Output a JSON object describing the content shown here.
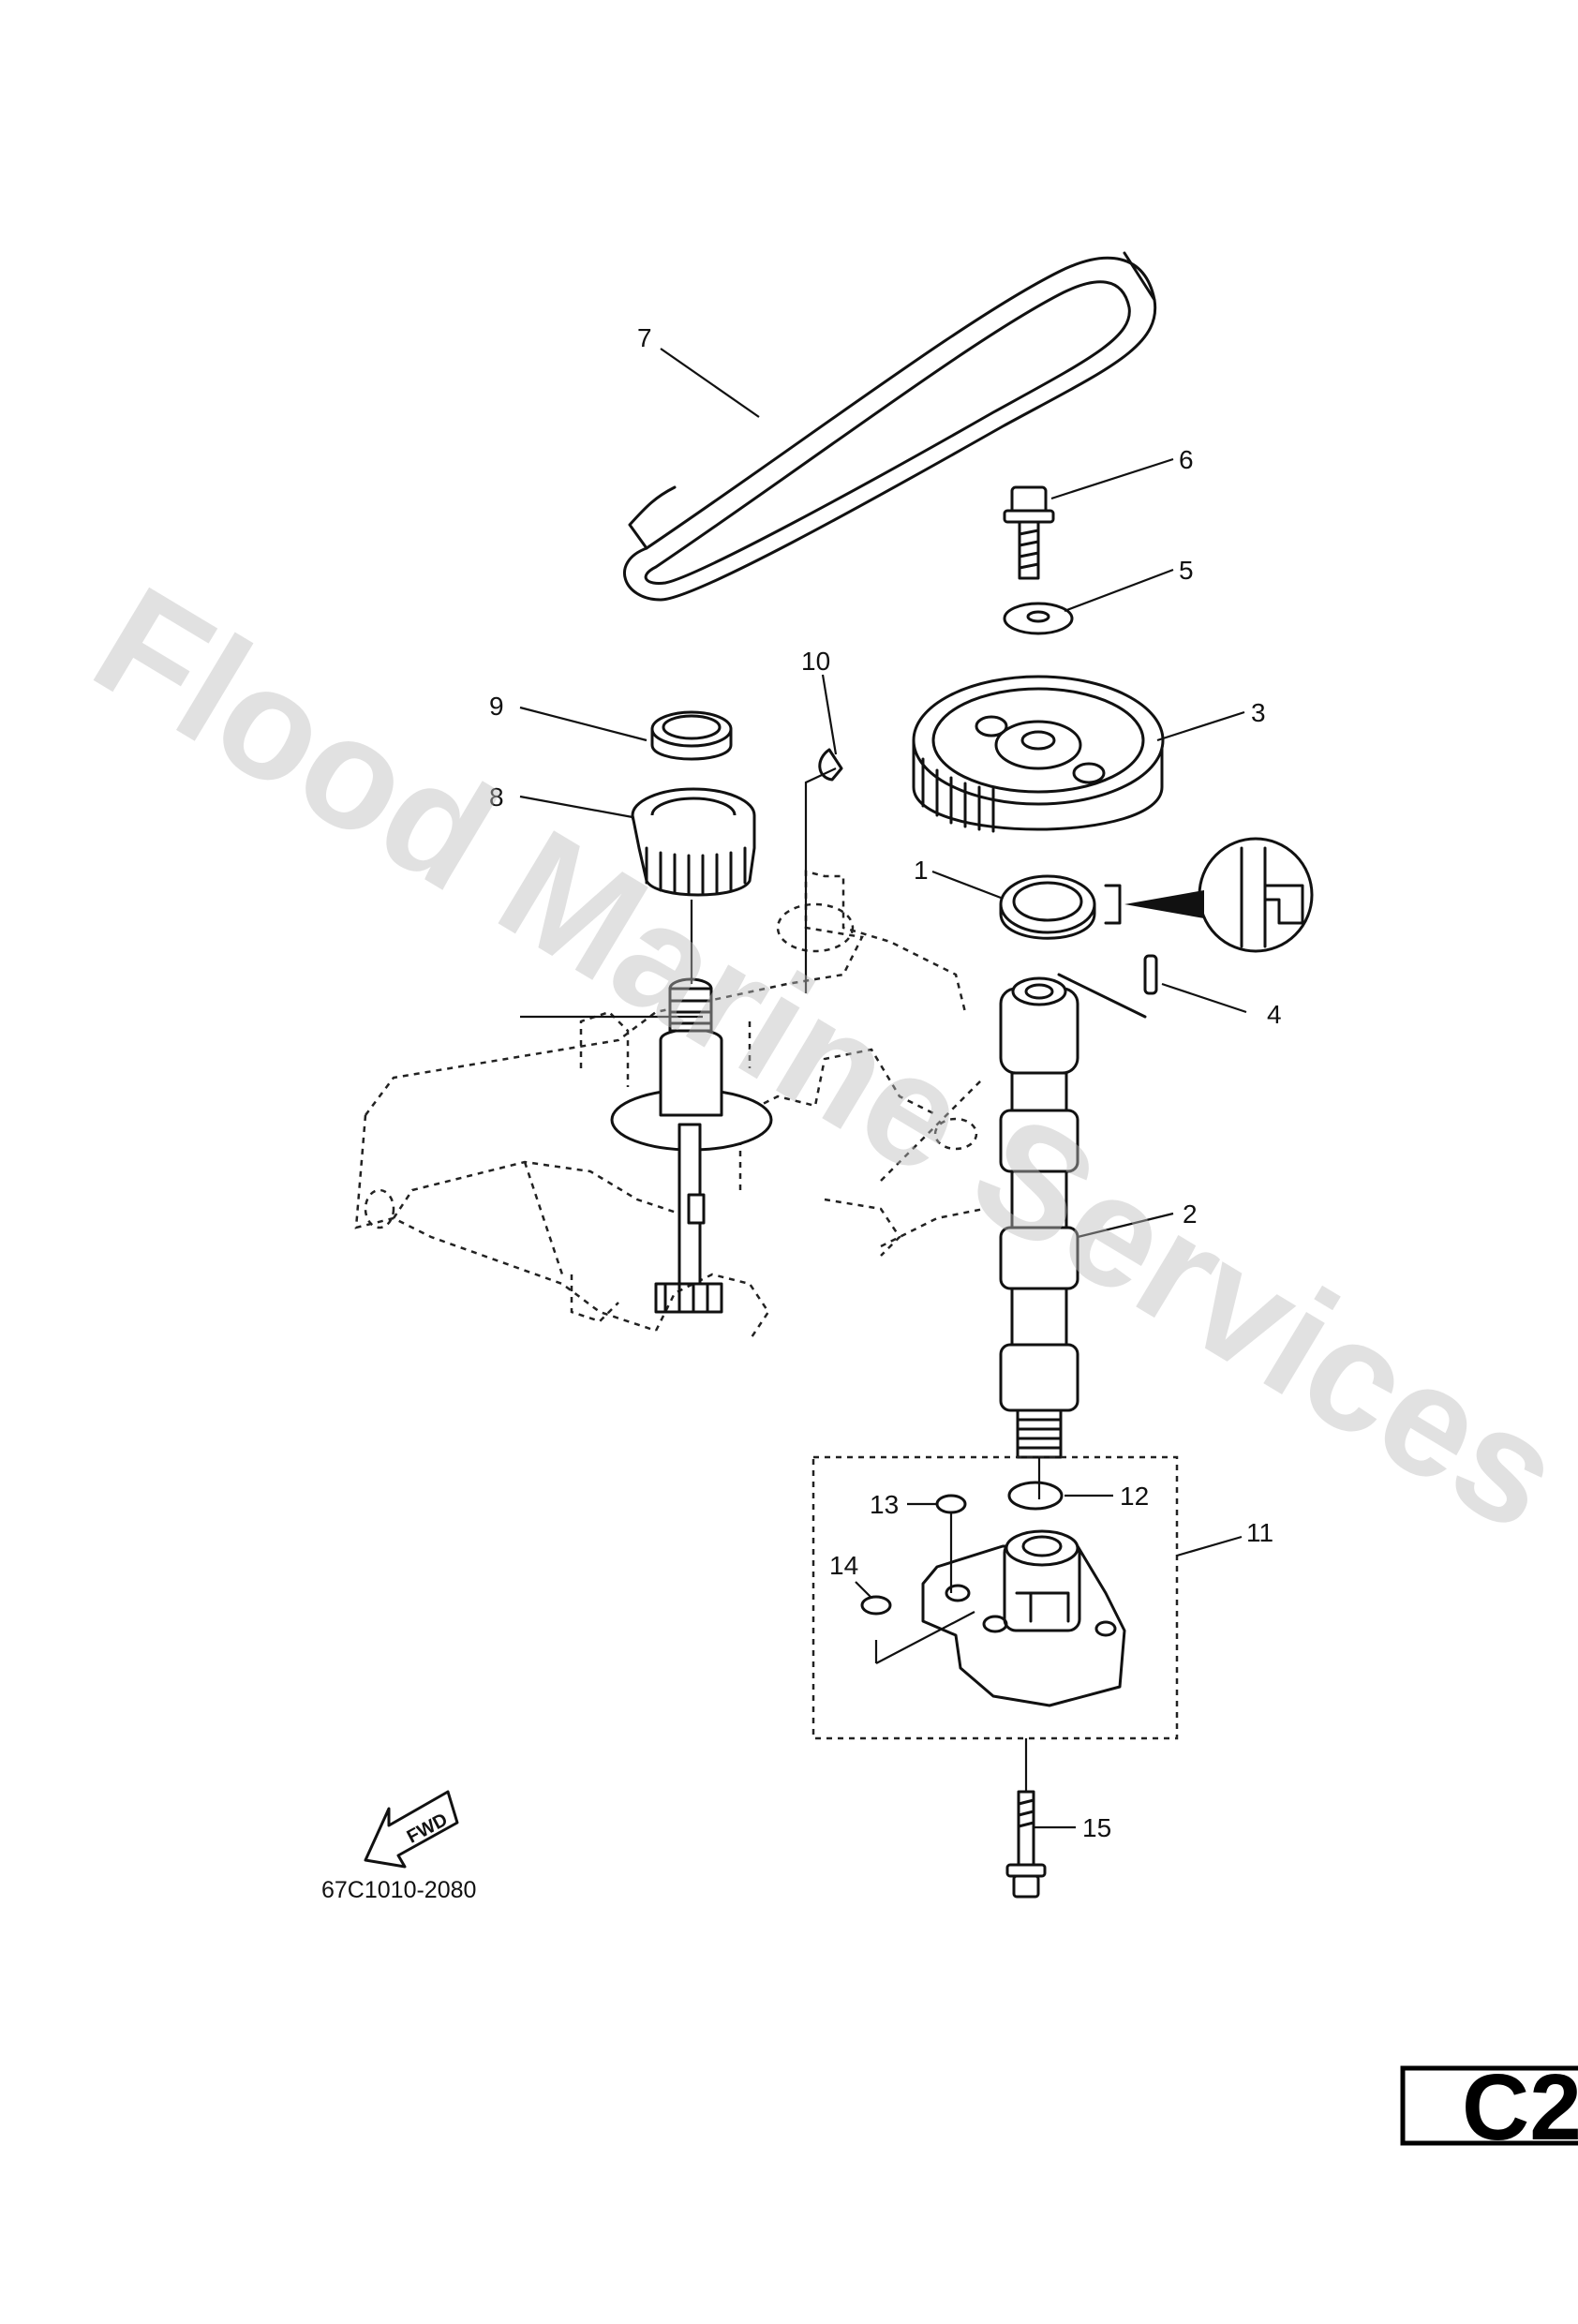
{
  "watermark": "Flood Marine Services",
  "diagram_code": "67C1010-2080",
  "fwd_label": "FWD",
  "page_tag": "C2",
  "callouts": {
    "c1": "1",
    "c2": "2",
    "c3": "3",
    "c4": "4",
    "c5": "5",
    "c6": "6",
    "c7": "7",
    "c8": "8",
    "c9": "9",
    "c10": "10",
    "c11": "11",
    "c12": "12",
    "c13": "13",
    "c14": "14",
    "c15": "15"
  }
}
